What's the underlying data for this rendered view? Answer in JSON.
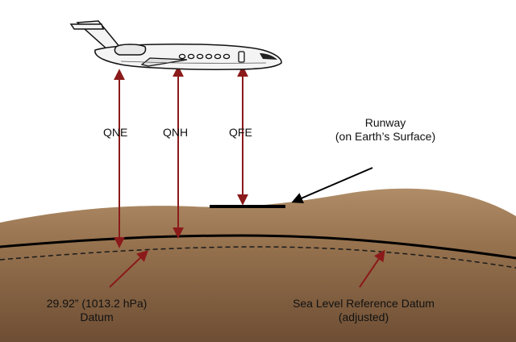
{
  "labels": {
    "qne": "QNE",
    "qnh": "QNH",
    "qfe": "QFE",
    "runway_line1": "Runway",
    "runway_line2": "(on Earth’s Surface)",
    "datum_line1": "29.92” (1013.2 hPa)",
    "datum_line2": "Datum",
    "sealevel_line1": "Sea Level Reference Datum",
    "sealevel_line2": "(adjusted)"
  },
  "colors": {
    "arrow": "#8b1a1a",
    "terrain_light": "#b08d68",
    "terrain_dark": "#6e4e34",
    "outline": "#000000",
    "background": "#ffffff"
  },
  "icons": {
    "aircraft": "business-jet-icon"
  }
}
